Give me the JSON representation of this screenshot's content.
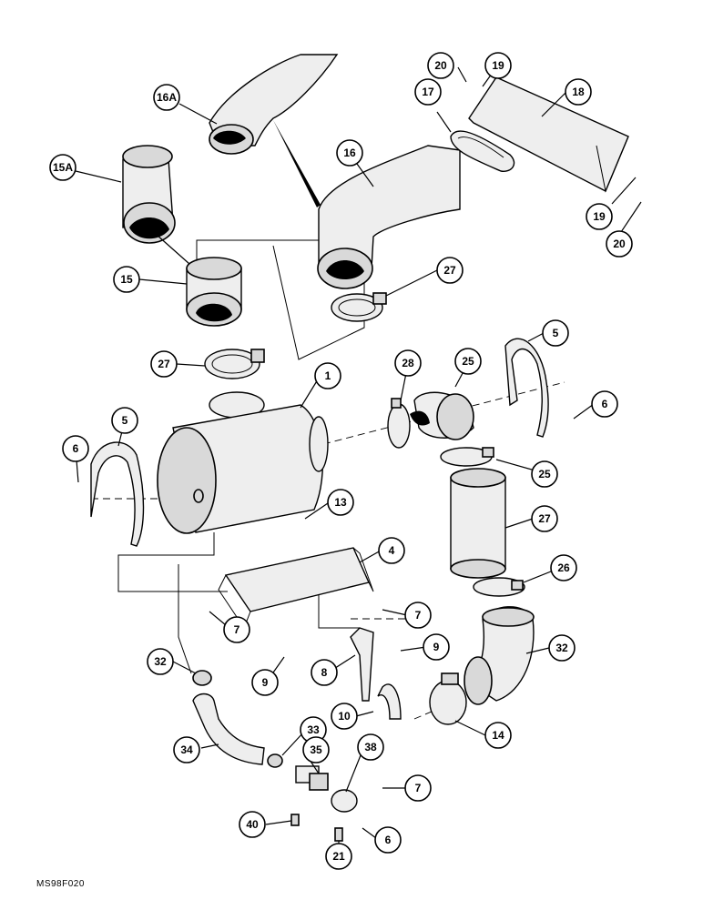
{
  "drawing_ref": "MS98F020",
  "callouts": [
    "1",
    "4",
    "5",
    "5",
    "6",
    "6",
    "6",
    "7",
    "7",
    "7",
    "8",
    "9",
    "9",
    "10",
    "13",
    "14",
    "15",
    "15A",
    "16",
    "16A",
    "17",
    "18",
    "19",
    "19",
    "20",
    "20",
    "21",
    "25",
    "25",
    "26",
    "27",
    "27",
    "27",
    "28",
    "32",
    "32",
    "33",
    "34",
    "35",
    "38",
    "40"
  ]
}
